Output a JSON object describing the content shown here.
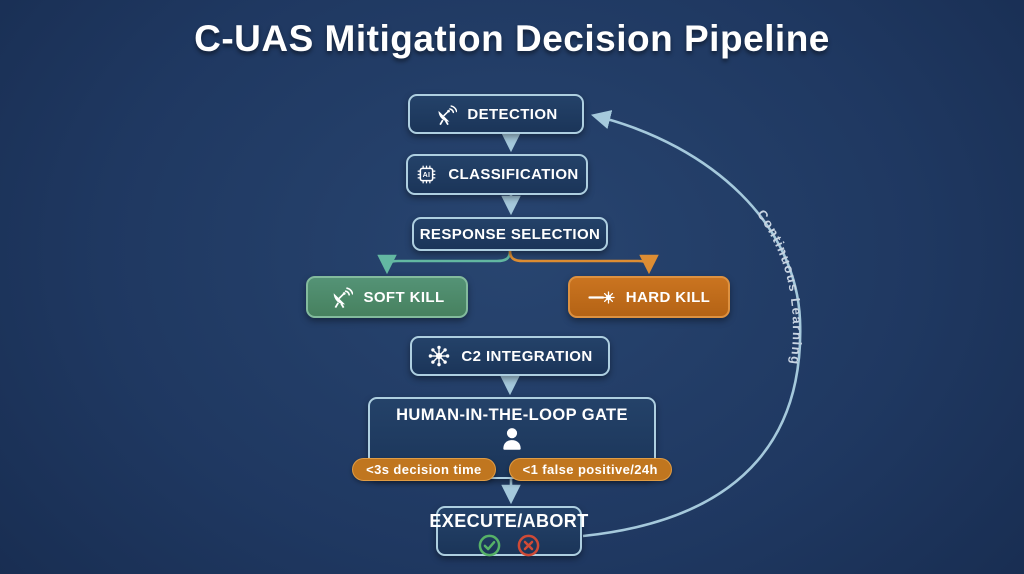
{
  "title": "C-UAS Mitigation Decision Pipeline",
  "nodes": {
    "detection": {
      "label": "DETECTION",
      "icon": "satellite-dish-icon"
    },
    "classification": {
      "label": "CLASSIFICATION",
      "icon": "ai-chip-icon"
    },
    "response_selection": {
      "label": "RESPONSE SELECTION"
    },
    "soft_kill": {
      "label": "SOFT KILL",
      "icon": "satellite-dish-icon",
      "variant": "green"
    },
    "hard_kill": {
      "label": "HARD KILL",
      "icon": "laser-icon",
      "variant": "orange"
    },
    "c2_integration": {
      "label": "C2 INTEGRATION",
      "icon": "network-hub-icon"
    },
    "human_gate": {
      "label": "HUMAN-IN-THE-LOOP GATE",
      "icon": "person-icon",
      "badges": {
        "decision_time": "<3s decision time",
        "false_positive": "<1 false positive/24h"
      }
    },
    "execute_abort": {
      "label": "EXECUTE/ABORT",
      "icons": [
        "check-circle-icon",
        "x-circle-icon"
      ]
    }
  },
  "loop": {
    "label": "Continuous Learning"
  },
  "colors": {
    "title_color": "#ffffff",
    "node_border": "#aecfe0",
    "connector": "#a5c9dc",
    "soft_kill_border": "#83bb9d",
    "soft_kill_connector": "#63b8a2",
    "hard_kill_border": "#dd9140",
    "hard_kill_connector": "#dd8d33",
    "badge_fill": "#c0761f",
    "badge_border": "#e09c44",
    "execute_green": "#56b267",
    "abort_red": "#d04a36",
    "loop_label_color": "#c9d4e2"
  }
}
